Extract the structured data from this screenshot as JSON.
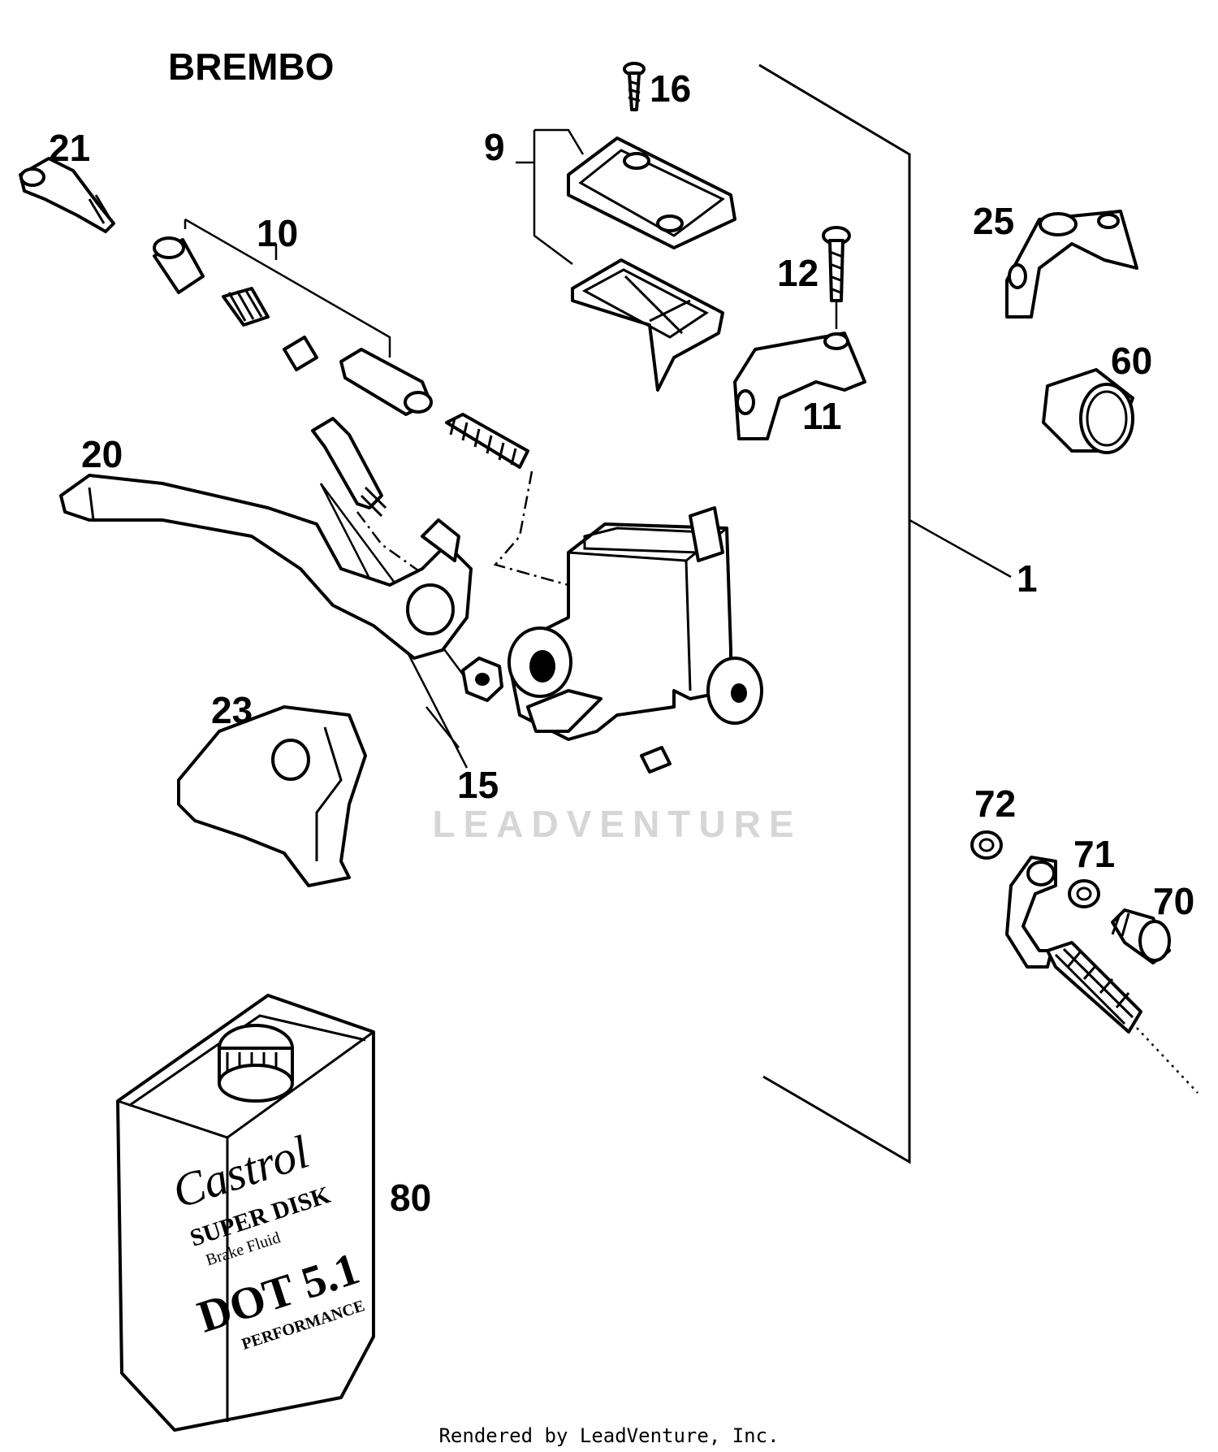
{
  "header": {
    "brand": "BREMBO"
  },
  "callouts": {
    "p1": "1",
    "p9": "9",
    "p10": "10",
    "p11": "11",
    "p12": "12",
    "p15": "15",
    "p16": "16",
    "p20": "20",
    "p21": "21",
    "p23": "23",
    "p25": "25",
    "p60": "60",
    "p70": "70",
    "p71": "71",
    "p72": "72",
    "p80": "80"
  },
  "fluid_can": {
    "brand": "Castrol",
    "product_line1": "SUPER DISK",
    "product_line2": "Brake Fluid",
    "spec": "DOT 5.1",
    "grade": "PERFORMANCE"
  },
  "watermark": {
    "text": "LEADVENTURE"
  },
  "footer": {
    "credit": "Rendered by LeadVenture, Inc."
  }
}
